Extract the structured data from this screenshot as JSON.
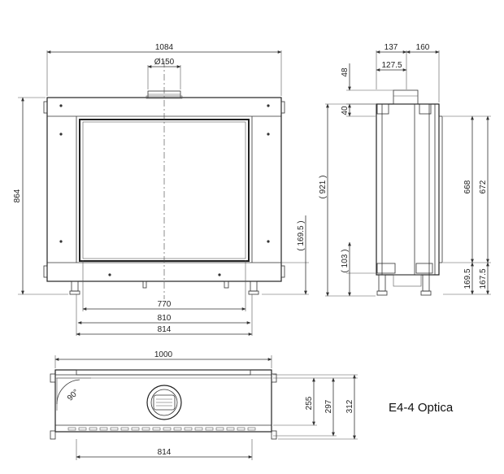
{
  "title": "E4-4 Optica",
  "front_view": {
    "width_total": "1084",
    "flue_diameter": "Ø150",
    "height_total": "864",
    "dim_169_5": "( 169.5 )",
    "dim_770": "770",
    "dim_810": "810",
    "dim_814": "814"
  },
  "side_view": {
    "dim_137": "137",
    "dim_160": "160",
    "dim_127_5": "127.5",
    "dim_48": "48",
    "dim_40": "40",
    "dim_921": "( 921 )",
    "dim_103": "( 103 )",
    "dim_668": "668",
    "dim_672": "672",
    "dim_169_5": "169.5",
    "dim_167_5": "167.5"
  },
  "top_view": {
    "dim_1000": "1000",
    "angle": "90°",
    "dim_255": "255",
    "dim_297": "297",
    "dim_312": "312",
    "dim_814": "814"
  }
}
